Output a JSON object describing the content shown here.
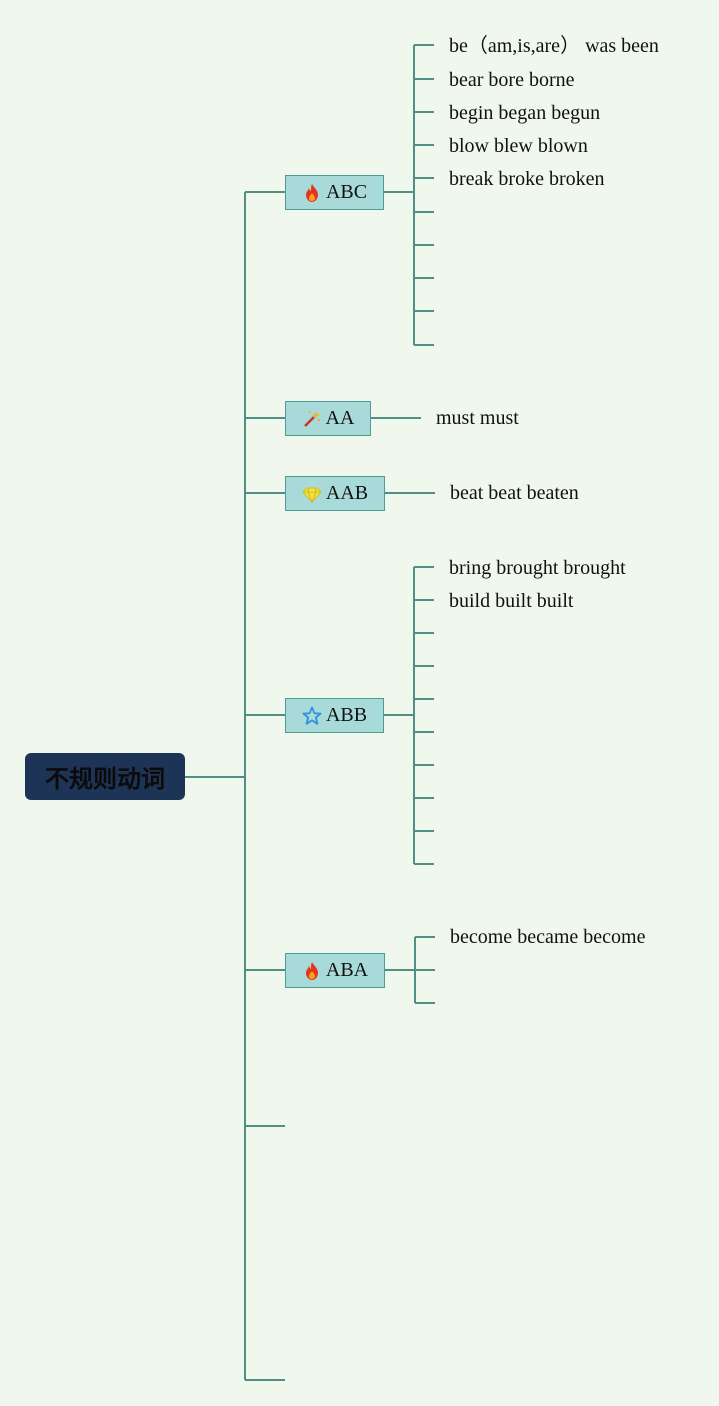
{
  "root": {
    "title": "不规则动词"
  },
  "branches": [
    {
      "label": "ABC",
      "icon": "fire-icon",
      "items": [
        "be（am,is,are） was been",
        "bear bore borne",
        "begin began begun",
        "blow blew blown",
        "break broke broken"
      ]
    },
    {
      "label": "AA",
      "icon": "magic-wand-icon",
      "items": [
        "must must"
      ]
    },
    {
      "label": "AAB",
      "icon": "diamond-icon",
      "items": [
        "beat beat beaten"
      ]
    },
    {
      "label": "ABB",
      "icon": "star-icon",
      "items": [
        "bring brought brought",
        "build built built"
      ]
    },
    {
      "label": "ABA",
      "icon": "fire-icon",
      "items": [
        "become became become"
      ]
    }
  ],
  "colors": {
    "line": "#4f8f85",
    "root_bg": "#1e3456",
    "node_bg": "#a8dada",
    "background": "#f0f8ee"
  }
}
